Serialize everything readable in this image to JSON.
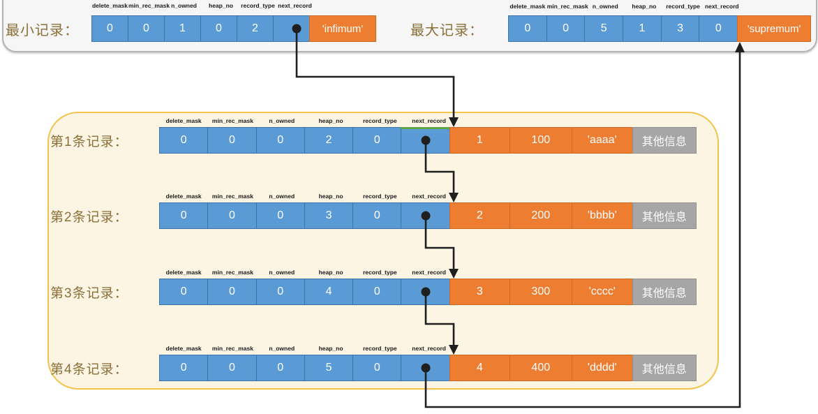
{
  "colors": {
    "cell_blue": "#5b9bd5",
    "cell_orange": "#ed7d31",
    "cell_gray": "#a6a6a6",
    "label_gold": "#8a7038",
    "box_yellow_border": "#f3c24b",
    "box_yellow_fill": "#fcf5e4",
    "panel_gray_fill": "#f6f6f6",
    "arrow_black": "#1f1f1f",
    "green_highlight": "#61a544"
  },
  "fields": [
    "delete_mask",
    "min_rec_mask",
    "n_owned",
    "heap_no",
    "record_type",
    "next_record"
  ],
  "infimum": {
    "label": "最小记录：",
    "values": [
      "0",
      "0",
      "1",
      "0",
      "2",
      ""
    ],
    "tail": "'infimum'"
  },
  "supremum": {
    "label": "最大记录：",
    "values": [
      "0",
      "0",
      "5",
      "1",
      "3",
      "0"
    ],
    "tail": "'supremum'"
  },
  "records": [
    {
      "label": "第1条记录：",
      "header": [
        "0",
        "0",
        "0",
        "2",
        "0",
        ""
      ],
      "data": [
        "1",
        "100",
        "'aaaa'"
      ],
      "other": "其他信息"
    },
    {
      "label": "第2条记录：",
      "header": [
        "0",
        "0",
        "0",
        "3",
        "0",
        ""
      ],
      "data": [
        "2",
        "200",
        "'bbbb'"
      ],
      "other": "其他信息"
    },
    {
      "label": "第3条记录：",
      "header": [
        "0",
        "0",
        "0",
        "4",
        "0",
        ""
      ],
      "data": [
        "3",
        "300",
        "'cccc'"
      ],
      "other": "其他信息"
    },
    {
      "label": "第4条记录：",
      "header": [
        "0",
        "0",
        "0",
        "5",
        "0",
        ""
      ],
      "data": [
        "4",
        "400",
        "'dddd'"
      ],
      "other": "其他信息"
    }
  ]
}
